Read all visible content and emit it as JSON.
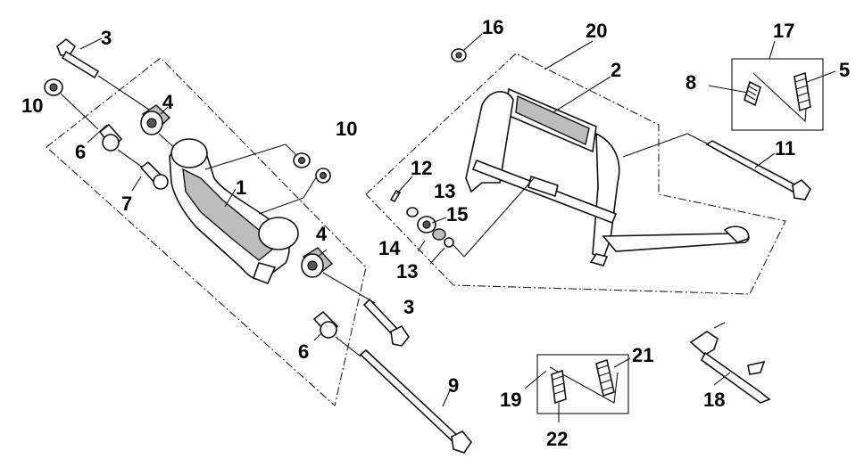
{
  "callouts": {
    "c1": "1",
    "c2": "2",
    "c3a": "3",
    "c3b": "3",
    "c4a": "4",
    "c4b": "4",
    "c5": "5",
    "c6a": "6",
    "c6b": "6",
    "c7": "7",
    "c8": "8",
    "c9": "9",
    "c10a": "10",
    "c10b": "10",
    "c11": "11",
    "c12": "12",
    "c13a": "13",
    "c13b": "13",
    "c14": "14",
    "c15": "15",
    "c16": "16",
    "c17": "17",
    "c18": "18",
    "c19": "19",
    "c20": "20",
    "c21": "21",
    "c22": "22"
  }
}
